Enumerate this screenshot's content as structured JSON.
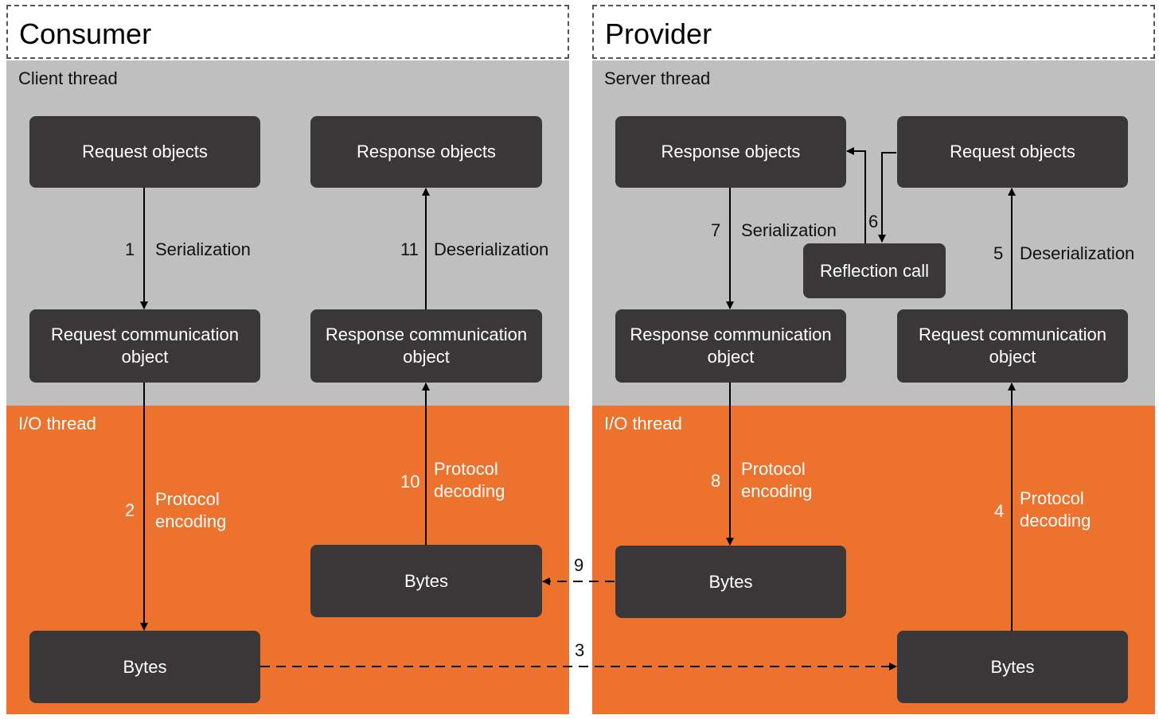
{
  "consumer": {
    "title": "Consumer",
    "client_thread": "Client thread",
    "io_thread": "I/O thread",
    "request_objects": "Request objects",
    "response_objects": "Response objects",
    "request_comm": "Request communication object",
    "response_comm": "Response communication object",
    "bytes_out": "Bytes",
    "bytes_in": "Bytes",
    "step1": {
      "num": "1",
      "label": "Serialization"
    },
    "step11": {
      "num": "11",
      "label": "Deserialization"
    },
    "step2": {
      "num": "2",
      "label": "Protocol encoding"
    },
    "step10": {
      "num": "10",
      "label": "Protocol decoding"
    }
  },
  "provider": {
    "title": "Provider",
    "server_thread": "Server thread",
    "io_thread": "I/O thread",
    "response_objects": "Response objects",
    "request_objects": "Request objects",
    "reflection_call": "Reflection call",
    "response_comm": "Response communication object",
    "request_comm": "Request communication object",
    "bytes_out": "Bytes",
    "bytes_in": "Bytes",
    "step7": {
      "num": "7",
      "label": "Serialization"
    },
    "step6": {
      "num": "6"
    },
    "step5": {
      "num": "5",
      "label": "Deserialization"
    },
    "step8": {
      "num": "8",
      "label": "Protocol encoding"
    },
    "step4": {
      "num": "4",
      "label": "Protocol decoding"
    }
  },
  "network": {
    "step3": "3",
    "step9": "9"
  },
  "colors": {
    "thread_gray": "#bfbfbf",
    "io_orange": "#ec722d",
    "box_dark": "#3a3738"
  }
}
